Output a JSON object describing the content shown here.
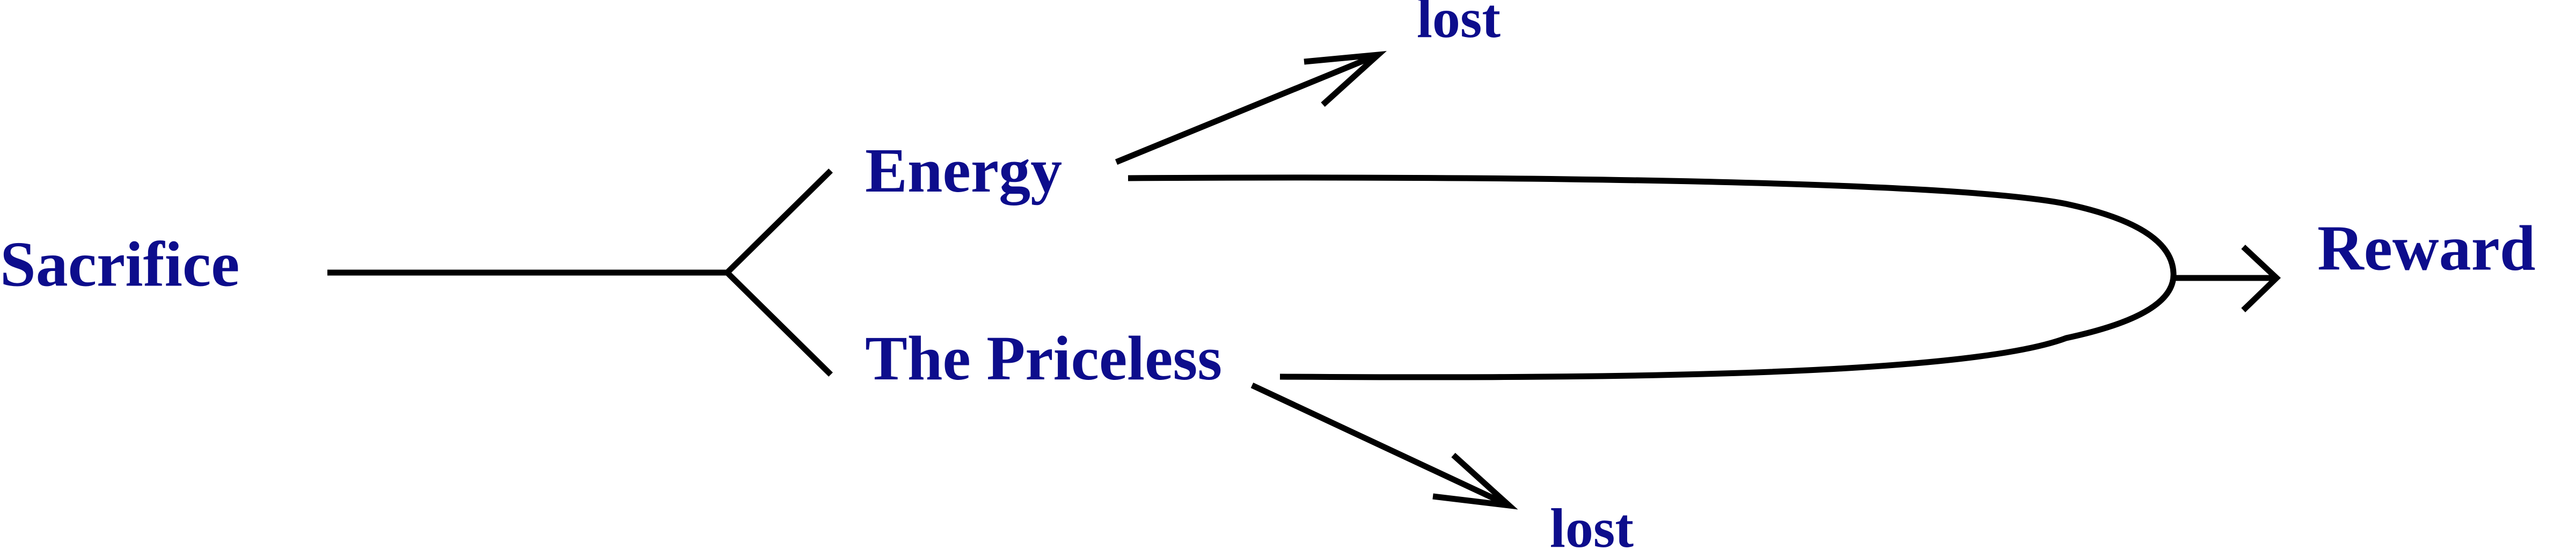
{
  "colors": {
    "label": "#0d0d8c",
    "line": "#000000",
    "background": "#ffffff"
  },
  "nodes": {
    "sacrifice": "Sacrifice",
    "energy": "Energy",
    "priceless": "The Priceless",
    "reward": "Reward",
    "lost_top": "lost",
    "lost_bottom": "lost"
  }
}
